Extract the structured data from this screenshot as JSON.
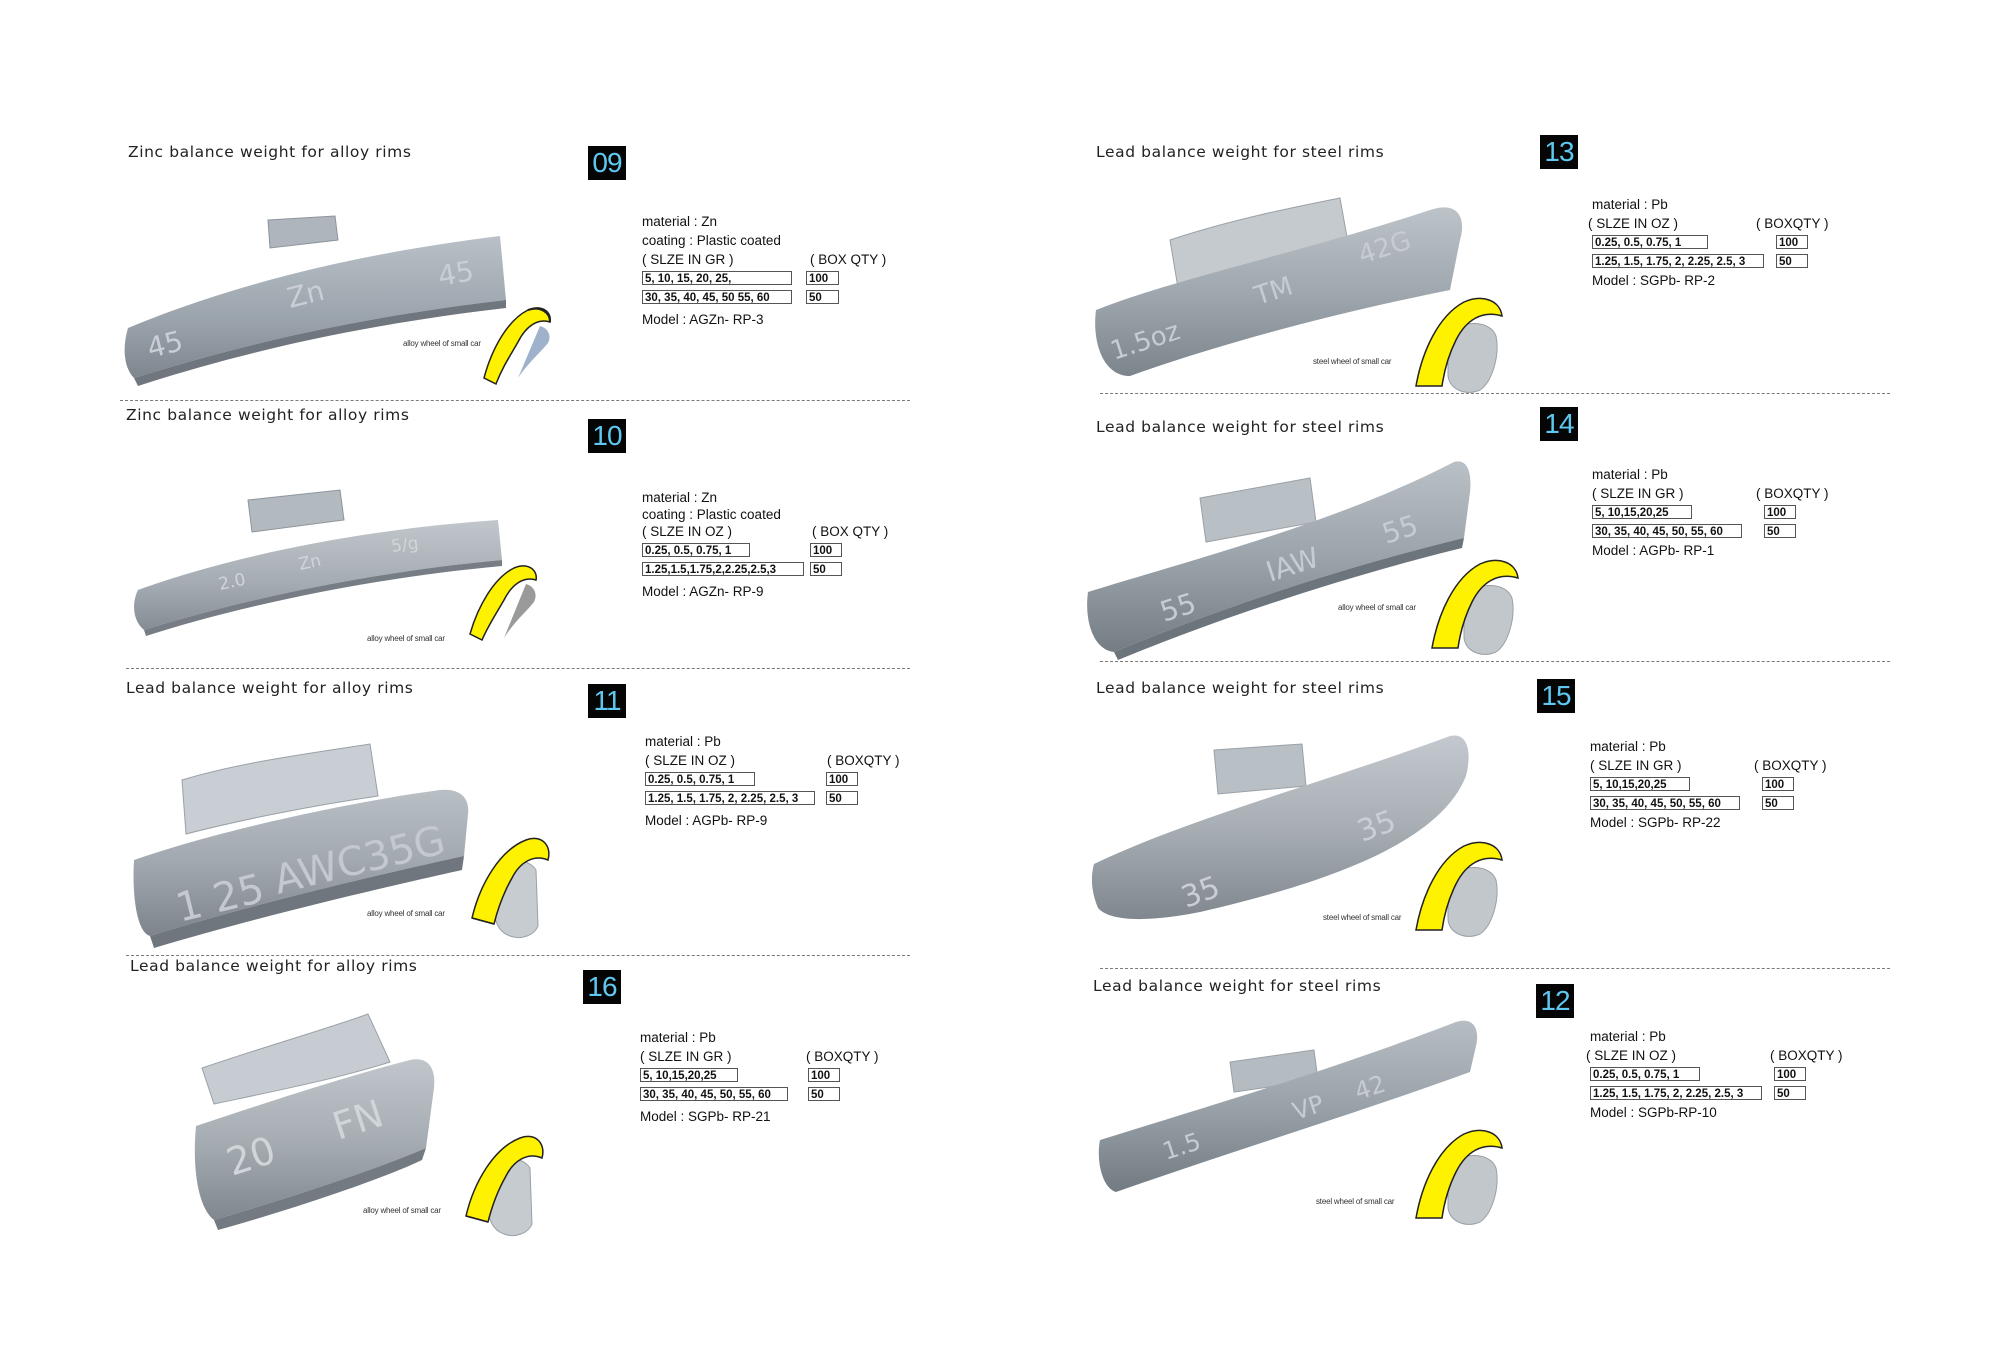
{
  "sections": [
    {
      "id": "09",
      "title": "Zinc balance weight for alloy rims",
      "material": "material : Zn",
      "coating": "coating : Plastic coated",
      "size_header": "( SLZE IN GR )",
      "qty_header": "( BOX QTY )",
      "rows": [
        {
          "sizes": "5, 10, 15, 20, 25,",
          "qty": "100"
        },
        {
          "sizes": "30, 35, 40, 45, 50 55, 60",
          "qty": "50"
        }
      ],
      "model": "Model : AGZn- RP-3",
      "rim_label": "alloy wheel of small car",
      "embossing": [
        "45",
        "Zn",
        "45"
      ]
    },
    {
      "id": "10",
      "title": "Zinc balance weight for alloy rims",
      "material": "material : Zn",
      "coating": "coating : Plastic coated",
      "size_header": "( SLZE IN OZ )",
      "qty_header": "( BOX QTY )",
      "rows": [
        {
          "sizes": "0.25, 0.5, 0.75, 1",
          "qty": "100"
        },
        {
          "sizes": "1.25,1.5,1.75,2,2.25,2.5,3",
          "qty": "50"
        }
      ],
      "model": "Model : AGZn- RP-9",
      "rim_label": "alloy wheel of small car",
      "embossing": [
        "2.0",
        "Zn",
        "5/g"
      ]
    },
    {
      "id": "11",
      "title": "Lead balance weight for alloy rims",
      "material": "material : Pb",
      "coating": "",
      "size_header": "( SLZE IN OZ )",
      "qty_header": "( BOXQTY )",
      "rows": [
        {
          "sizes": "0.25, 0.5, 0.75, 1",
          "qty": "100"
        },
        {
          "sizes": "1.25, 1.5, 1.75, 2, 2.25, 2.5, 3",
          "qty": "50"
        }
      ],
      "model": "Model : AGPb- RP-9",
      "rim_label": "alloy wheel of small car",
      "embossing": [
        "1 25",
        "AWC",
        "35G"
      ]
    },
    {
      "id": "16",
      "title": "Lead balance weight for alloy rims",
      "material": "material : Pb",
      "coating": "",
      "size_header": "( SLZE IN GR )",
      "qty_header": "( BOXQTY )",
      "rows": [
        {
          "sizes": "5, 10,15,20,25",
          "qty": "100"
        },
        {
          "sizes": "30, 35, 40, 45, 50, 55, 60",
          "qty": "50"
        }
      ],
      "model": "Model : SGPb- RP-21",
      "rim_label": "alloy wheel of small car",
      "embossing": [
        "20",
        "FN",
        ""
      ]
    },
    {
      "id": "13",
      "title": "Lead balance weight for steel rims",
      "material": "material : Pb",
      "coating": "",
      "size_header": "( SLZE IN OZ )",
      "qty_header": "( BOXQTY )",
      "rows": [
        {
          "sizes": "0.25, 0.5, 0.75, 1",
          "qty": "100"
        },
        {
          "sizes": "1.25, 1.5, 1.75, 2, 2.25, 2.5, 3",
          "qty": "50"
        }
      ],
      "model": "Model : SGPb- RP-2",
      "rim_label": "steel wheel of small car",
      "embossing": [
        "1.5oz",
        "TM",
        "42G"
      ]
    },
    {
      "id": "14",
      "title": "Lead balance weight for steel rims",
      "material": "material : Pb",
      "coating": "",
      "size_header": "( SLZE IN GR )",
      "qty_header": "( BOXQTY )",
      "rows": [
        {
          "sizes": "5, 10,15,20,25",
          "qty": "100"
        },
        {
          "sizes": "30, 35, 40, 45, 50, 55, 60",
          "qty": "50"
        }
      ],
      "model": "Model : AGPb- RP-1",
      "rim_label": "alloy wheel of small car",
      "embossing": [
        "55",
        "IAW",
        "55"
      ]
    },
    {
      "id": "15",
      "title": "Lead balance weight for steel rims",
      "material": "material : Pb",
      "coating": "",
      "size_header": "( SLZE IN GR )",
      "qty_header": "( BOXQTY )",
      "rows": [
        {
          "sizes": "5, 10,15,20,25",
          "qty": "100"
        },
        {
          "sizes": "30, 35, 40, 45, 50, 55, 60",
          "qty": "50"
        }
      ],
      "model": "Model : SGPb- RP-22",
      "rim_label": "steel wheel of small car",
      "embossing": [
        "35",
        "",
        "35"
      ]
    },
    {
      "id": "12",
      "title": "Lead balance weight for steel rims",
      "material": "material : Pb",
      "coating": "",
      "size_header": "( SLZE IN OZ )",
      "qty_header": "( BOXQTY )",
      "rows": [
        {
          "sizes": "0.25, 0.5, 0.75, 1",
          "qty": "100"
        },
        {
          "sizes": "1.25, 1.5, 1.75, 2, 2.25, 2.5, 3",
          "qty": "50"
        }
      ],
      "model": "Model : SGPb-RP-10",
      "rim_label": "steel wheel of small car",
      "embossing": [
        "1.5",
        "VP",
        "42"
      ]
    }
  ],
  "colors": {
    "badge_bg": "#050505",
    "badge_text": "#5ec8f0",
    "rim_yellow": "#fff200",
    "weight_metal": "#a9b1b8"
  }
}
